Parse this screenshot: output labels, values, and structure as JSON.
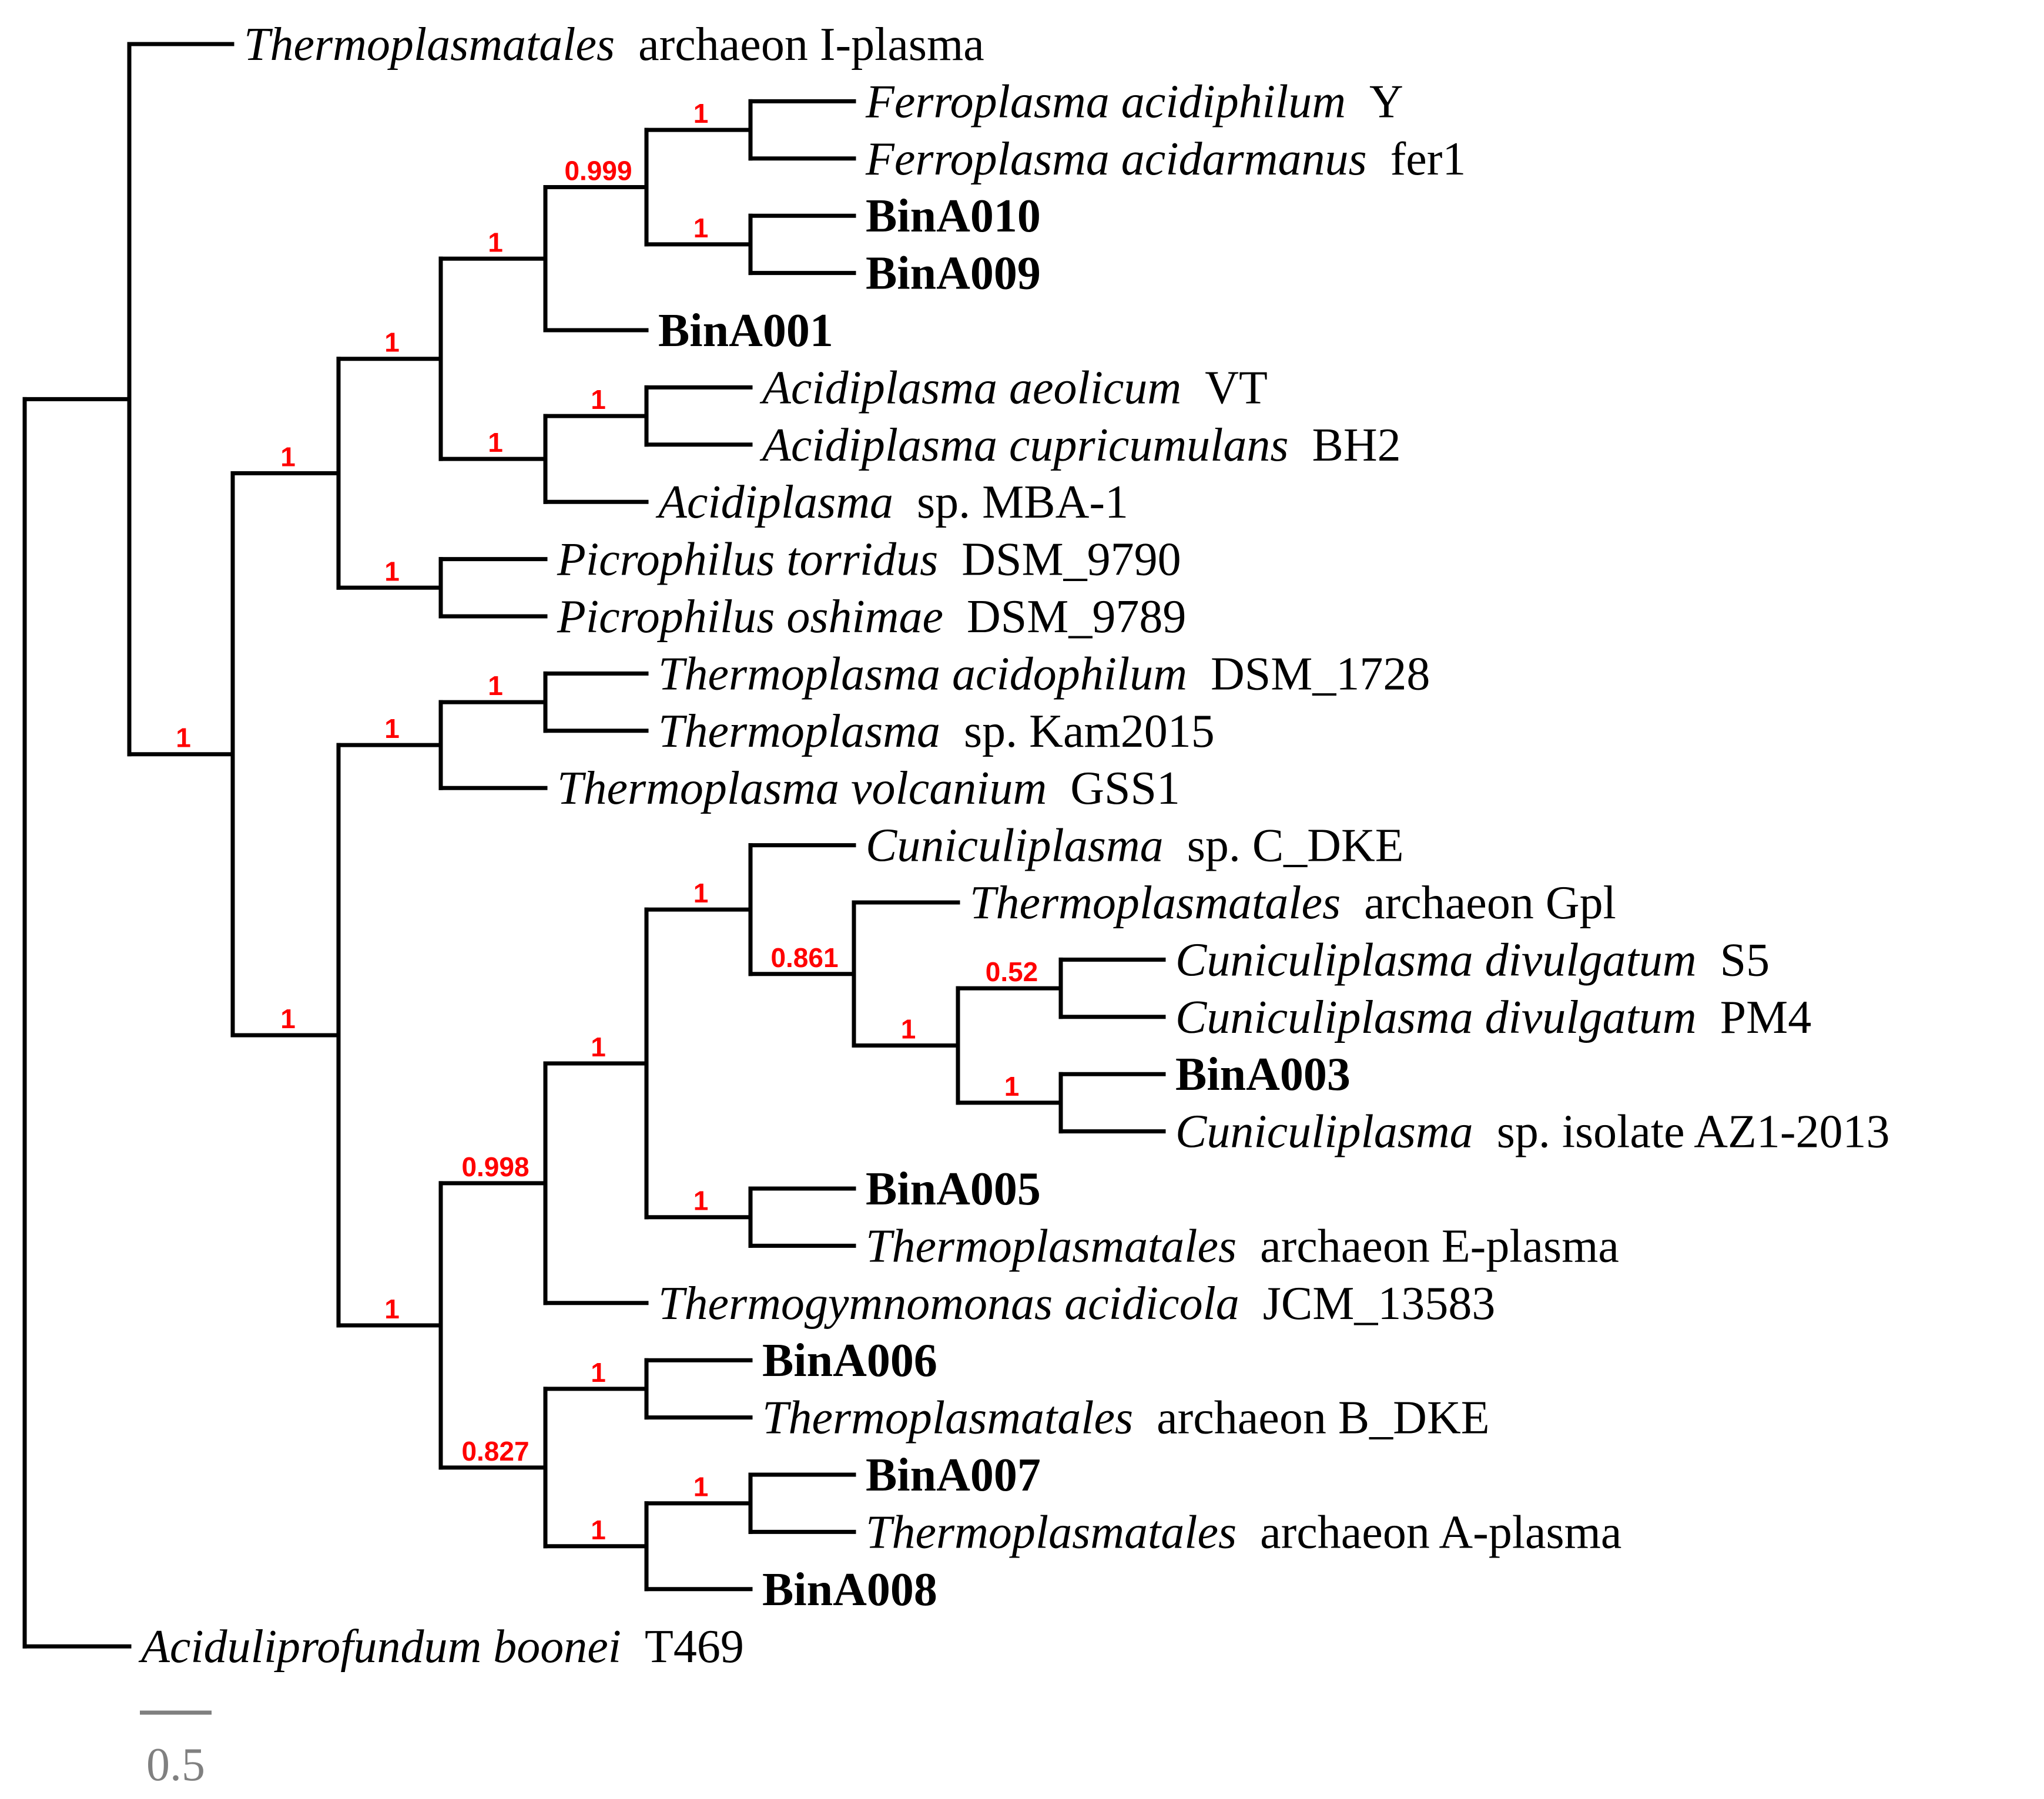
{
  "colors": {
    "branch": "#000000",
    "support": "#ff0000",
    "scale": "#808080",
    "label": "#000000"
  },
  "scale_bar": {
    "label": "0.5"
  },
  "leaves": [
    {
      "id": "l1",
      "italic": "Thermoplasmatales",
      "rest": "archaeon I-plasma",
      "bold": false
    },
    {
      "id": "l2",
      "italic": "Ferroplasma acidiphilum",
      "rest": "Y",
      "bold": false
    },
    {
      "id": "l3",
      "italic": "Ferroplasma acidarmanus",
      "rest": "fer1",
      "bold": false
    },
    {
      "id": "l4",
      "italic": "",
      "rest": "BinA010",
      "bold": true
    },
    {
      "id": "l5",
      "italic": "",
      "rest": "BinA009",
      "bold": true
    },
    {
      "id": "l6",
      "italic": "",
      "rest": "BinA001",
      "bold": true
    },
    {
      "id": "l7",
      "italic": "Acidiplasma aeolicum",
      "rest": "VT",
      "bold": false
    },
    {
      "id": "l8",
      "italic": "Acidiplasma cupricumulans",
      "rest": "BH2",
      "bold": false
    },
    {
      "id": "l9",
      "italic": "Acidiplasma",
      "rest": "sp. MBA-1",
      "bold": false
    },
    {
      "id": "l10",
      "italic": "Picrophilus torridus",
      "rest": "DSM_9790",
      "bold": false
    },
    {
      "id": "l11",
      "italic": "Picrophilus oshimae",
      "rest": "DSM_9789",
      "bold": false
    },
    {
      "id": "l12",
      "italic": "Thermoplasma acidophilum",
      "rest": "DSM_1728",
      "bold": false
    },
    {
      "id": "l13",
      "italic": "Thermoplasma",
      "rest": "sp. Kam2015",
      "bold": false
    },
    {
      "id": "l14",
      "italic": "Thermoplasma volcanium",
      "rest": "GSS1",
      "bold": false
    },
    {
      "id": "l15",
      "italic": "Cuniculiplasma",
      "rest": "sp. C_DKE",
      "bold": false
    },
    {
      "id": "l16",
      "italic": "Thermoplasmatales",
      "rest": "archaeon Gpl",
      "bold": false
    },
    {
      "id": "l17",
      "italic": "Cuniculiplasma divulgatum",
      "rest": "S5",
      "bold": false
    },
    {
      "id": "l18",
      "italic": "Cuniculiplasma divulgatum",
      "rest": "PM4",
      "bold": false
    },
    {
      "id": "l19",
      "italic": "",
      "rest": "BinA003",
      "bold": true
    },
    {
      "id": "l20",
      "italic": "Cuniculiplasma",
      "rest": "sp. isolate AZ1-2013",
      "bold": false
    },
    {
      "id": "l21",
      "italic": "",
      "rest": "BinA005",
      "bold": true
    },
    {
      "id": "l22",
      "italic": "Thermoplasmatales",
      "rest": "archaeon E-plasma",
      "bold": false
    },
    {
      "id": "l23",
      "italic": "Thermogymnomonas acidicola",
      "rest": "JCM_13583",
      "bold": false
    },
    {
      "id": "l24",
      "italic": "",
      "rest": "BinA006",
      "bold": true
    },
    {
      "id": "l25",
      "italic": "Thermoplasmatales",
      "rest": "archaeon B_DKE",
      "bold": false
    },
    {
      "id": "l26",
      "italic": "",
      "rest": "BinA007",
      "bold": true
    },
    {
      "id": "l27",
      "italic": "Thermoplasmatales",
      "rest": "archaeon A-plasma",
      "bold": false
    },
    {
      "id": "l28",
      "italic": "",
      "rest": "BinA008",
      "bold": true
    },
    {
      "id": "l29",
      "italic": "Aciduliprofundum boonei",
      "rest": "T469",
      "bold": false
    }
  ],
  "clades": [
    {
      "id": "root",
      "children": [
        "nA",
        "l29"
      ],
      "support": ""
    },
    {
      "id": "nA",
      "children": [
        "l1",
        "nB"
      ],
      "support": ""
    },
    {
      "id": "nB",
      "children": [
        "nC",
        "nK"
      ],
      "support": "1"
    },
    {
      "id": "nC",
      "children": [
        "nD",
        "nJ"
      ],
      "support": "1"
    },
    {
      "id": "nD",
      "children": [
        "nE",
        "nH"
      ],
      "support": "1"
    },
    {
      "id": "nE",
      "children": [
        "nF",
        "l6"
      ],
      "support": "1"
    },
    {
      "id": "nF",
      "children": [
        "nG1",
        "nG2"
      ],
      "support": "0.999"
    },
    {
      "id": "nG1",
      "children": [
        "l2",
        "l3"
      ],
      "support": "1"
    },
    {
      "id": "nG2",
      "children": [
        "l4",
        "l5"
      ],
      "support": "1"
    },
    {
      "id": "nH",
      "children": [
        "nI",
        "l9"
      ],
      "support": "1"
    },
    {
      "id": "nI",
      "children": [
        "l7",
        "l8"
      ],
      "support": "1"
    },
    {
      "id": "nJ",
      "children": [
        "l10",
        "l11"
      ],
      "support": "1"
    },
    {
      "id": "nK",
      "children": [
        "nL",
        "nM"
      ],
      "support": "1"
    },
    {
      "id": "nL",
      "children": [
        "nL2",
        "l14"
      ],
      "support": "1"
    },
    {
      "id": "nL2",
      "children": [
        "l12",
        "l13"
      ],
      "support": "1"
    },
    {
      "id": "nM",
      "children": [
        "nN",
        "nT"
      ],
      "support": "1"
    },
    {
      "id": "nN",
      "children": [
        "nO",
        "l23"
      ],
      "support": "0.998"
    },
    {
      "id": "nO",
      "children": [
        "nP",
        "nS"
      ],
      "support": "1"
    },
    {
      "id": "nP",
      "children": [
        "l15",
        "nQ"
      ],
      "support": "1"
    },
    {
      "id": "nQ",
      "children": [
        "l16",
        "nR"
      ],
      "support": "0.861"
    },
    {
      "id": "nR",
      "children": [
        "nR1",
        "nR2"
      ],
      "support": "1"
    },
    {
      "id": "nR1",
      "children": [
        "l17",
        "l18"
      ],
      "support": "0.52"
    },
    {
      "id": "nR2",
      "children": [
        "l19",
        "l20"
      ],
      "support": "1"
    },
    {
      "id": "nS",
      "children": [
        "l21",
        "l22"
      ],
      "support": "1"
    },
    {
      "id": "nT",
      "children": [
        "nU",
        "nV"
      ],
      "support": "0.827"
    },
    {
      "id": "nU",
      "children": [
        "l24",
        "l25"
      ],
      "support": "1"
    },
    {
      "id": "nV",
      "children": [
        "nW",
        "l28"
      ],
      "support": "1"
    },
    {
      "id": "nW",
      "children": [
        "l26",
        "l27"
      ],
      "support": "1"
    }
  ]
}
